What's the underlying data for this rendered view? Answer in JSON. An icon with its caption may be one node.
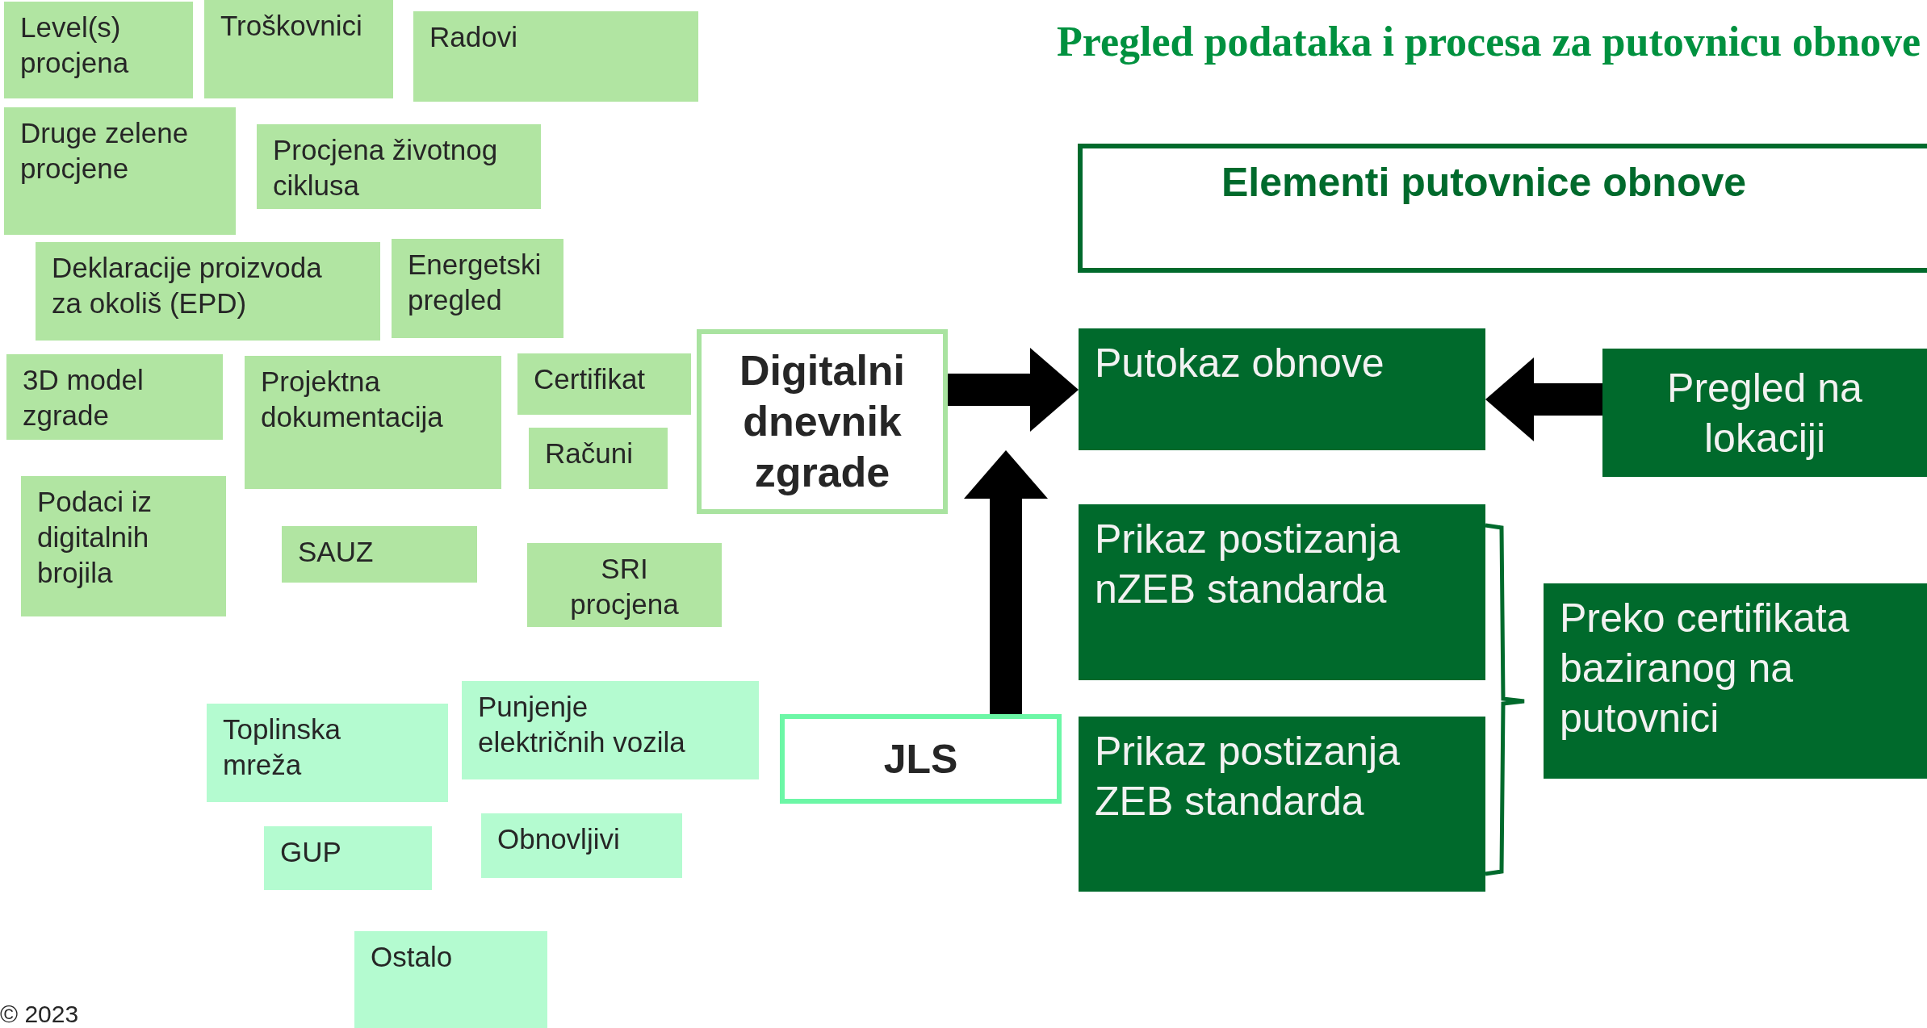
{
  "diagram": {
    "title": "Pregled podataka i procesa za putovnicu obnove",
    "nodes": [
      {
        "text": [
          "Level(s) procjena"
        ]
      },
      {
        "text": [
          "Troškovnici"
        ]
      },
      {
        "text": [
          "Radovi"
        ]
      },
      {
        "text": [
          "Druge zelene procjene"
        ]
      },
      {
        "text": [
          "Procjena životnog ciklusa"
        ]
      },
      {
        "text": [
          "Deklaracije proizvoda za okoliš (EPD)"
        ]
      },
      {
        "text": [
          "Energetski pregled"
        ]
      },
      {
        "text": [
          "3D model zgrade"
        ]
      },
      {
        "text": [
          "Projektna dokumentacija"
        ]
      },
      {
        "text": [
          "Certifikat"
        ]
      },
      {
        "text": [
          "Računi"
        ]
      },
      {
        "text": [
          "Digitalni dnevnik zgrade"
        ]
      },
      {
        "text": [
          "Podaci iz digitalnih brojila"
        ]
      },
      {
        "text": [
          "SAUZ"
        ]
      },
      {
        "text": [
          "SRI procjena"
        ]
      },
      {
        "text": [
          "Toplinska mreža"
        ]
      },
      {
        "text": [
          "Punjenje električnih vozila"
        ]
      },
      {
        "text": [
          "JLS"
        ]
      },
      {
        "text": [
          "GUP"
        ]
      },
      {
        "text": [
          "Obnovljivi"
        ]
      },
      {
        "text": [
          "Ostalo"
        ]
      },
      {
        "text": [
          "Elementi putovnice obnove"
        ]
      },
      {
        "text": [
          "Putokaz obnove"
        ]
      },
      {
        "text": [
          "Pregled na lokaciji"
        ]
      },
      {
        "text": [
          "Prikaz postizanja nZEB standarda"
        ]
      },
      {
        "text": [
          "Prikaz postizanja ZEB standarda"
        ]
      },
      {
        "text": [
          "Preko certifikata baziranog na putovnici"
        ]
      }
    ],
    "edges": [
      {
        "from": 11,
        "to": 22,
        "arrow": "to"
      },
      {
        "from": 23,
        "to": 22,
        "arrow": "to"
      },
      {
        "from": 17,
        "to": 22,
        "arrow": "to"
      }
    ],
    "labels": [
      "© 2023"
    ]
  }
}
